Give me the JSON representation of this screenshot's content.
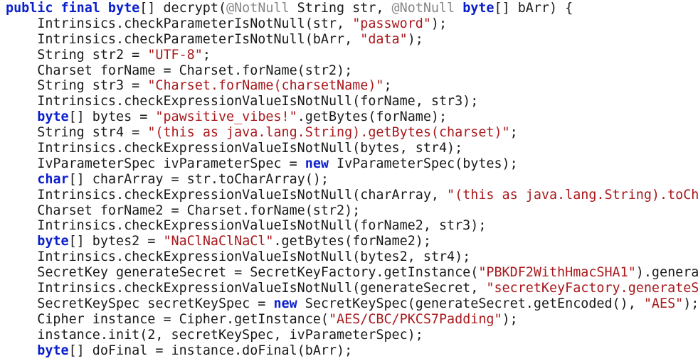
{
  "colors": {
    "keyword": "#0a1ecc",
    "string": "#a8181c",
    "annotation": "#888888",
    "text": "#1a1a1a",
    "background": "#ffffff"
  },
  "code": {
    "lines": [
      [
        [
          "kw",
          "public final byte"
        ],
        [
          "plain",
          "[] decrypt("
        ],
        [
          "ann",
          "@NotNull"
        ],
        [
          "plain",
          " String str, "
        ],
        [
          "ann",
          "@NotNull"
        ],
        [
          "plain",
          " "
        ],
        [
          "kw",
          "byte"
        ],
        [
          "plain",
          "[] bArr) {"
        ]
      ],
      [
        [
          "plain",
          "    Intrinsics.checkParameterIsNotNull(str, "
        ],
        [
          "str",
          "\"password\""
        ],
        [
          "plain",
          ");"
        ]
      ],
      [
        [
          "plain",
          "    Intrinsics.checkParameterIsNotNull(bArr, "
        ],
        [
          "str",
          "\"data\""
        ],
        [
          "plain",
          ");"
        ]
      ],
      [
        [
          "plain",
          "    String str2 = "
        ],
        [
          "str",
          "\"UTF-8\""
        ],
        [
          "plain",
          ";"
        ]
      ],
      [
        [
          "plain",
          "    Charset forName = Charset.forName(str2);"
        ]
      ],
      [
        [
          "plain",
          "    String str3 = "
        ],
        [
          "str",
          "\"Charset.forName(charsetName)\""
        ],
        [
          "plain",
          ";"
        ]
      ],
      [
        [
          "plain",
          "    Intrinsics.checkExpressionValueIsNotNull(forName, str3);"
        ]
      ],
      [
        [
          "plain",
          "    "
        ],
        [
          "kw",
          "byte"
        ],
        [
          "plain",
          "[] bytes = "
        ],
        [
          "str",
          "\"pawsitive_vibes!\""
        ],
        [
          "plain",
          ".getBytes(forName);"
        ]
      ],
      [
        [
          "plain",
          "    String str4 = "
        ],
        [
          "str",
          "\"(this as java.lang.String).getBytes(charset)\""
        ],
        [
          "plain",
          ";"
        ]
      ],
      [
        [
          "plain",
          "    Intrinsics.checkExpressionValueIsNotNull(bytes, str4);"
        ]
      ],
      [
        [
          "plain",
          "    IvParameterSpec ivParameterSpec = "
        ],
        [
          "kw",
          "new"
        ],
        [
          "plain",
          " IvParameterSpec(bytes);"
        ]
      ],
      [
        [
          "plain",
          "    "
        ],
        [
          "kw",
          "char"
        ],
        [
          "plain",
          "[] charArray = str.toCharArray();"
        ]
      ],
      [
        [
          "plain",
          "    Intrinsics.checkExpressionValueIsNotNull(charArray, "
        ],
        [
          "str",
          "\"(this as java.lang.String).toCha"
        ]
      ],
      [
        [
          "plain",
          "    Charset forName2 = Charset.forName(str2);"
        ]
      ],
      [
        [
          "plain",
          "    Intrinsics.checkExpressionValueIsNotNull(forName2, str3);"
        ]
      ],
      [
        [
          "plain",
          "    "
        ],
        [
          "kw",
          "byte"
        ],
        [
          "plain",
          "[] bytes2 = "
        ],
        [
          "str",
          "\"NaClNaClNaCl\""
        ],
        [
          "plain",
          ".getBytes(forName2);"
        ]
      ],
      [
        [
          "plain",
          "    Intrinsics.checkExpressionValueIsNotNull(bytes2, str4);"
        ]
      ],
      [
        [
          "plain",
          "    SecretKey generateSecret = SecretKeyFactory.getInstance("
        ],
        [
          "str",
          "\"PBKDF2WithHmacSHA1\""
        ],
        [
          "plain",
          ").generat"
        ]
      ],
      [
        [
          "plain",
          "    Intrinsics.checkExpressionValueIsNotNull(generateSecret, "
        ],
        [
          "str",
          "\"secretKeyFactory.generateSe"
        ]
      ],
      [
        [
          "plain",
          "    SecretKeySpec secretKeySpec = "
        ],
        [
          "kw",
          "new"
        ],
        [
          "plain",
          " SecretKeySpec(generateSecret.getEncoded(), "
        ],
        [
          "str",
          "\"AES\""
        ],
        [
          "plain",
          ");"
        ]
      ],
      [
        [
          "plain",
          "    Cipher instance = Cipher.getInstance("
        ],
        [
          "str",
          "\"AES/CBC/PKCS7Padding\""
        ],
        [
          "plain",
          ");"
        ]
      ],
      [
        [
          "plain",
          "    instance.init(2, secretKeySpec, ivParameterSpec);"
        ]
      ],
      [
        [
          "plain",
          "    "
        ],
        [
          "kw",
          "byte"
        ],
        [
          "plain",
          "[] doFinal = instance.doFinal(bArr);"
        ]
      ]
    ]
  }
}
